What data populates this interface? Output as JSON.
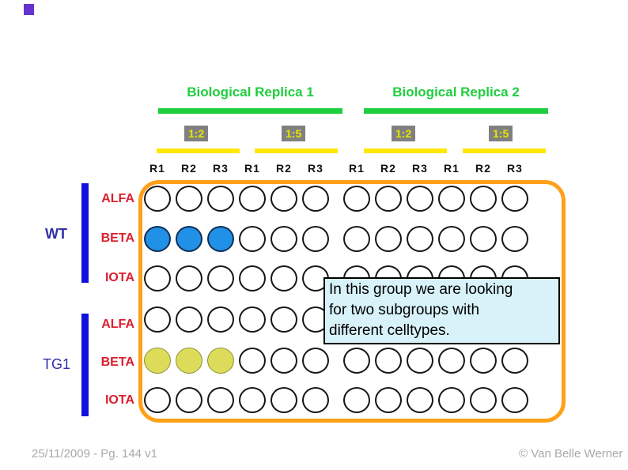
{
  "colors": {
    "green": "#1fce3e",
    "yellow_bar": "#ffe800",
    "chip_bg": "#808080",
    "chip_text": "#e6e600",
    "red_label": "#dc1f2e",
    "blue_label": "#3030a8",
    "blue_group_bar": "#1212dd",
    "plate_border": "#ffa019",
    "well_white": "#ffffff",
    "well_blue": "#2191e8",
    "well_yellow": "#dcdc5a",
    "callout_bg": "#d8f2fa",
    "footer_text": "#a9a9a9",
    "marker_purple": "#6633cc"
  },
  "replicas": [
    {
      "label": "Biological Replica 1",
      "dilutions": [
        "1:2",
        "1:5"
      ]
    },
    {
      "label": "Biological Replica 2",
      "dilutions": [
        "1:2",
        "1:5"
      ]
    }
  ],
  "column_headers": [
    "R1",
    "R2",
    "R3",
    "R1",
    "R2",
    "R3",
    "R1",
    "R2",
    "R3",
    "R1",
    "R2",
    "R3"
  ],
  "row_groups": [
    {
      "label": "WT",
      "rows": [
        "ALFA",
        "BETA",
        "IOTA"
      ]
    },
    {
      "label": "TG1",
      "rows": [
        "ALFA",
        "BETA",
        "IOTA"
      ]
    }
  ],
  "wells": {
    "grid": [
      [
        "white",
        "white",
        "white",
        "white",
        "white",
        "white",
        "white",
        "white",
        "white",
        "white",
        "white",
        "white"
      ],
      [
        "blue",
        "blue",
        "blue",
        "white",
        "white",
        "white",
        "white",
        "white",
        "white",
        "white",
        "white",
        "white"
      ],
      [
        "white",
        "white",
        "white",
        "white",
        "white",
        "white",
        "white",
        "white",
        "white",
        "white",
        "white",
        "white"
      ],
      [
        "white",
        "white",
        "white",
        "white",
        "white",
        "white",
        "white",
        "white",
        "white",
        "white",
        "white",
        "white"
      ],
      [
        "yellow",
        "yellow",
        "yellow",
        "white",
        "white",
        "white",
        "white",
        "white",
        "white",
        "white",
        "white",
        "white"
      ],
      [
        "white",
        "white",
        "white",
        "white",
        "white",
        "white",
        "white",
        "white",
        "white",
        "white",
        "white",
        "white"
      ]
    ]
  },
  "callout": {
    "text": "In this group we are looking for two subgroups with different celltypes.",
    "lines": [
      "In this group we are looking",
      "for two subgroups with",
      "different celltypes."
    ]
  },
  "footer": {
    "left": "25/11/2009 - Pg. 144 v1",
    "right": "© Van Belle Werner"
  }
}
